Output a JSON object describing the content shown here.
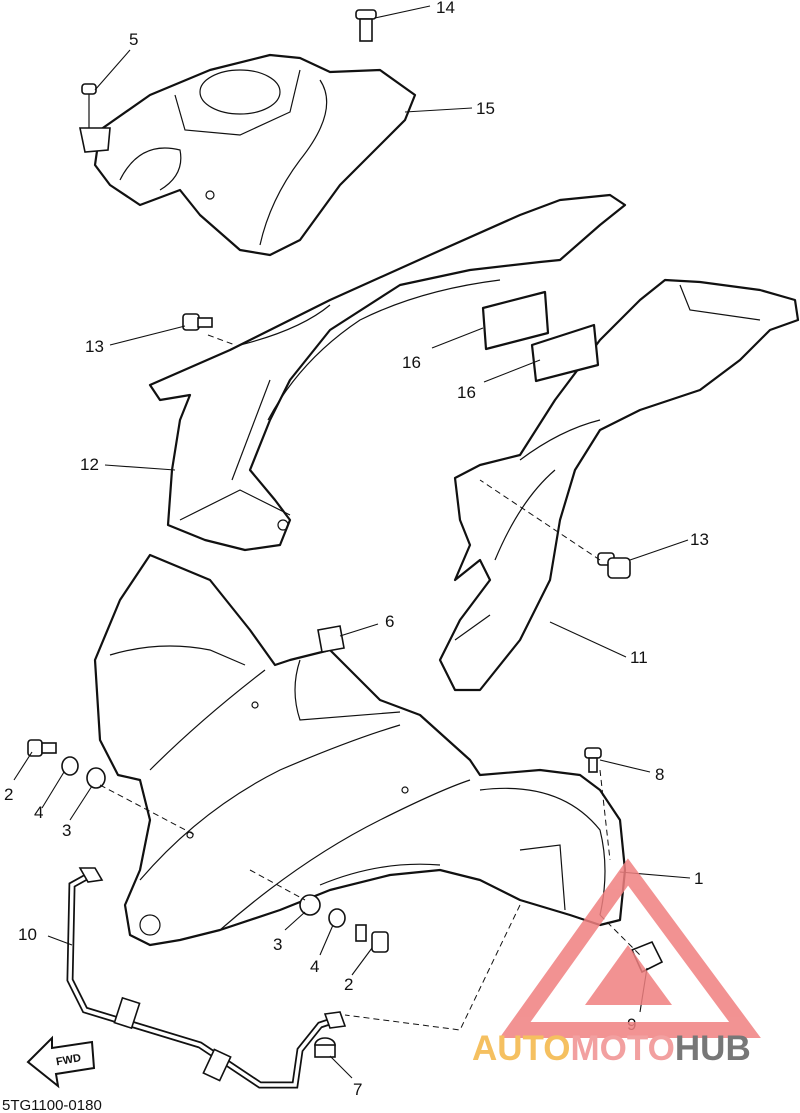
{
  "diagram": {
    "code": "5TG1100-0180",
    "fwd_label": "FWD",
    "callouts": [
      "1",
      "2",
      "2",
      "3",
      "3",
      "4",
      "4",
      "5",
      "6",
      "7",
      "8",
      "9",
      "10",
      "11",
      "12",
      "13",
      "13",
      "14",
      "15",
      "16",
      "16"
    ]
  },
  "watermark": {
    "brand_part1": "AUTO",
    "brand_part2": "MOTO",
    "brand_part3": "HUB",
    "colors": {
      "auto": "#f5c060",
      "moto": "#f2a0a0",
      "hub": "#777777",
      "triangle": "#f08080"
    }
  }
}
